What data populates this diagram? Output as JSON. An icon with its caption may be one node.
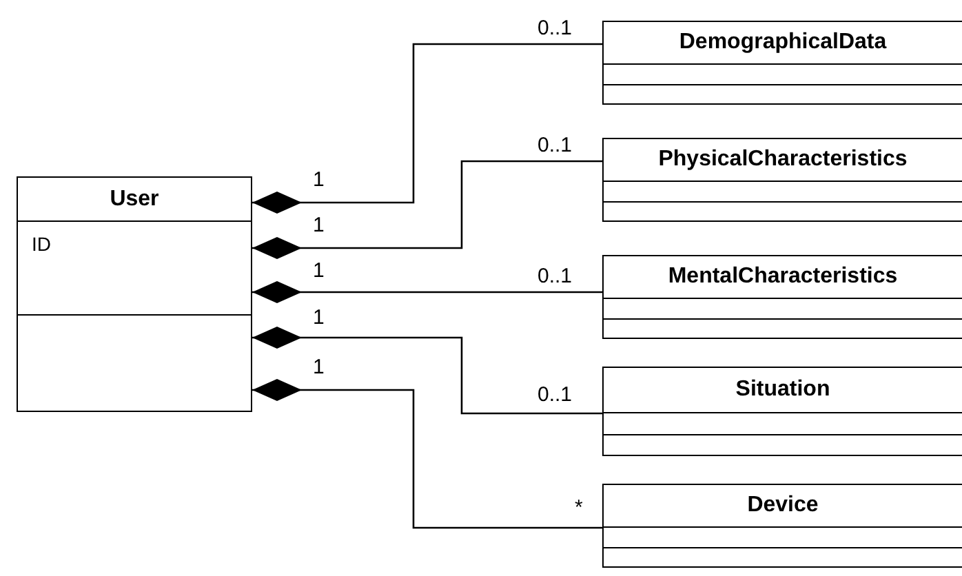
{
  "diagram": {
    "nodes": [
      {
        "text": [
          "User",
          "ID"
        ]
      },
      {
        "text": [
          "DemographicalData"
        ]
      },
      {
        "text": [
          "PhysicalCharacteristics"
        ]
      },
      {
        "text": [
          "MentalCharacteristics"
        ]
      },
      {
        "text": [
          "Situation"
        ]
      },
      {
        "text": [
          "Device"
        ]
      }
    ],
    "edges": [
      {
        "from": 0,
        "to": 1,
        "arrow": "other"
      },
      {
        "from": 0,
        "to": 2,
        "arrow": "other"
      },
      {
        "from": 0,
        "to": 3,
        "arrow": "other"
      },
      {
        "from": 0,
        "to": 4,
        "arrow": "other"
      },
      {
        "from": 0,
        "to": 5,
        "arrow": "other"
      }
    ],
    "labels": [
      "0..1",
      "0..1",
      "1",
      "1",
      "1",
      "0..1",
      "1",
      "1",
      "0..1",
      "*"
    ]
  }
}
